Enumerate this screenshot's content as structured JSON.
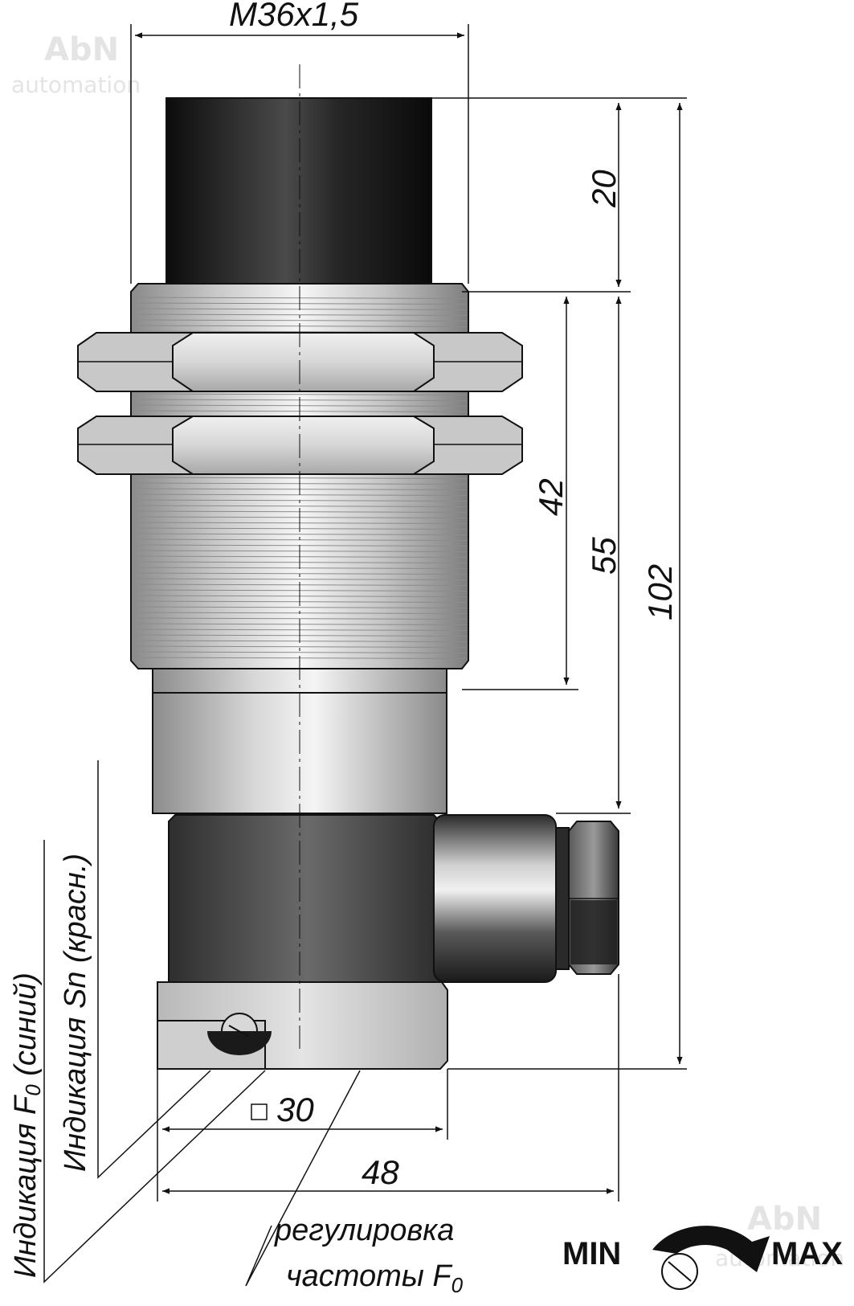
{
  "watermark": {
    "brand": "AbN",
    "subtitle": "automation"
  },
  "dimensions": {
    "thread": "M36x1,5",
    "face_length": "20",
    "thread_length": "42",
    "housing_length": "55",
    "total_length": "102",
    "square_size": "30",
    "total_width": "48"
  },
  "labels": {
    "indication_f0": "Индикация F",
    "indication_f0_sub": "0",
    "indication_f0_note": " (синий)",
    "indication_sn": "Индикация Sn (красн.)",
    "adjust_line1": "регулировка",
    "adjust_line2": "частоты F",
    "adjust_sub": "0"
  },
  "dial": {
    "min": "MIN",
    "max": "MAX"
  },
  "colors": {
    "face": "#1e1e1e",
    "metal": "#c8c8c8",
    "nut": "#c4c4c4",
    "connector": "#4a4a4a",
    "line": "#111111"
  }
}
